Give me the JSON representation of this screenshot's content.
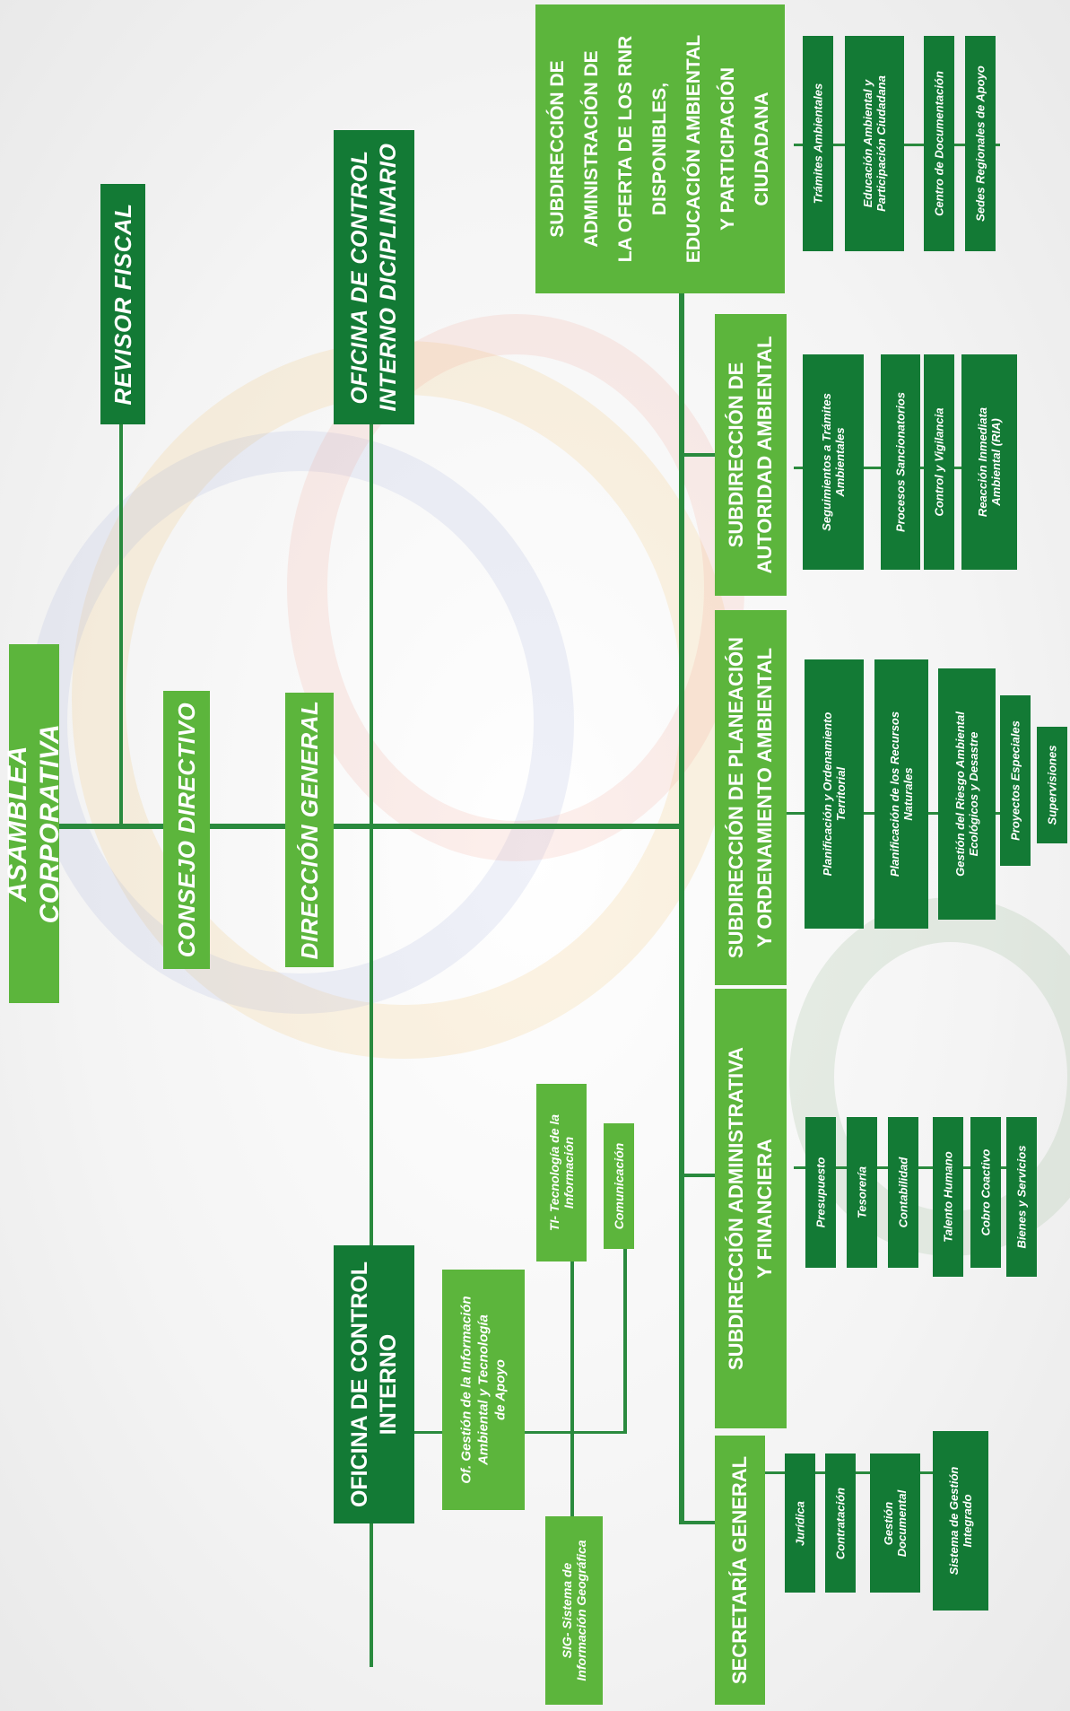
{
  "top": {
    "asamblea": "ASAMBLEA CORPORATIVA",
    "consejo": "CONSEJO DIRECTIVO",
    "revisor": "REVISOR FISCAL",
    "direccion": "DIRECCIÓN GENERAL",
    "control_disciplinario": "OFICINA DE CONTROL\nINTERNO DICIPLINARIO",
    "control_interno": "OFICINA DE CONTROL\nINTERNO"
  },
  "oficina": {
    "gestion_info": "Of. Gestión de la Información\nAmbiental y Tecnología\nde Apoyo",
    "ti": "TI- Tecnología de la\nInformación",
    "comunicacion": "Comunicación",
    "sig": "SIG- Sistema de\nInformación Geográfica"
  },
  "subdirecciones": {
    "oferta": {
      "title": "SUBDIRECCIÓN DE\nADMINISTRACIÓN DE\nLA OFERTA DE LOS RNR\nDISPONIBLES,\nEDUCACIÓN AMBIENTAL\nY PARTICIPACIÓN\nCIUDADANA",
      "items": [
        "Trámites Ambientales",
        "Educación Ambiental y\nParticipación Ciudadana",
        "Centro de Documentación",
        "Sedes Regionales de Apoyo"
      ]
    },
    "autoridad": {
      "title": "SUBDIRECCIÓN DE\nAUTORIDAD AMBIENTAL",
      "items": [
        "Seguimientos a Trámites\nAmbientales",
        "Procesos Sancionatorios",
        "Control y Vigilancia",
        "Reacción Inmediata\nAmbiental (RIA)"
      ]
    },
    "planeacion": {
      "title": "SUBDIRECCIÓN DE PLANEACIÓN\nY ORDENAMIENTO AMBIENTAL",
      "items": [
        "Planificación y Ordenamiento\nTerritorial",
        "Planificación de los Recursos\nNaturales",
        "Gestión del Riesgo Ambiental\nEcológicos y Desastre",
        "Proyectos Especiales",
        "Supervisiones"
      ]
    },
    "administrativa": {
      "title": "SUBDIRECCIÓN ADMINISTRATIVA\nY FINANCIERA",
      "items": [
        "Presupuesto",
        "Tesorería",
        "Contabilidad",
        "Talento Humano",
        "Cobro Coactivo",
        "Bienes y Servicios"
      ]
    },
    "secretaria": {
      "title": "SECRETARÍA GENERAL",
      "items": [
        "Jurídica",
        "Contratación",
        "Gestión\nDocumental",
        "Sistema de Gestión\nIntegrado"
      ]
    }
  },
  "colors": {
    "dark_green": "#137a35",
    "light_green": "#5cb53c",
    "line": "#2a8a3e"
  }
}
